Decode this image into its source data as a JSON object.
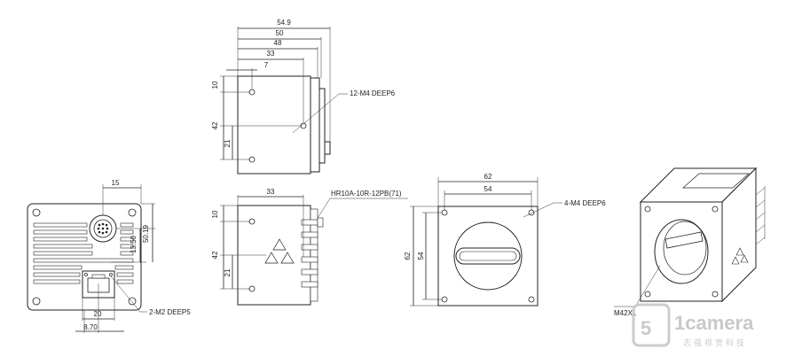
{
  "dimensions": {
    "top_w1": "54.9",
    "top_w2": "50",
    "top_w3": "48",
    "top_w4": "33",
    "top_w5": "7",
    "top_h10": "10",
    "top_h42": "42",
    "top_h21": "21",
    "top_callout": "12-M4 DEEP6",
    "side_w33": "33",
    "side_connector": "HR10A-10R-12PB(71)",
    "side_h10": "10",
    "side_h42": "42",
    "side_h21": "21",
    "back_w15": "15",
    "back_h1350": "13.50",
    "back_h5019": "50.19",
    "back_w20": "20",
    "back_w870": "8.70",
    "back_callout": "2-M2 DEEP5",
    "front_w62": "62",
    "front_w54": "54",
    "front_h62": "62",
    "front_h54": "54",
    "front_callout": "4-M4 DEEP6",
    "iso_callout": "M42X1"
  },
  "watermark": {
    "mark": "5",
    "brand": "1camera",
    "sub": "志强视觉科技"
  }
}
